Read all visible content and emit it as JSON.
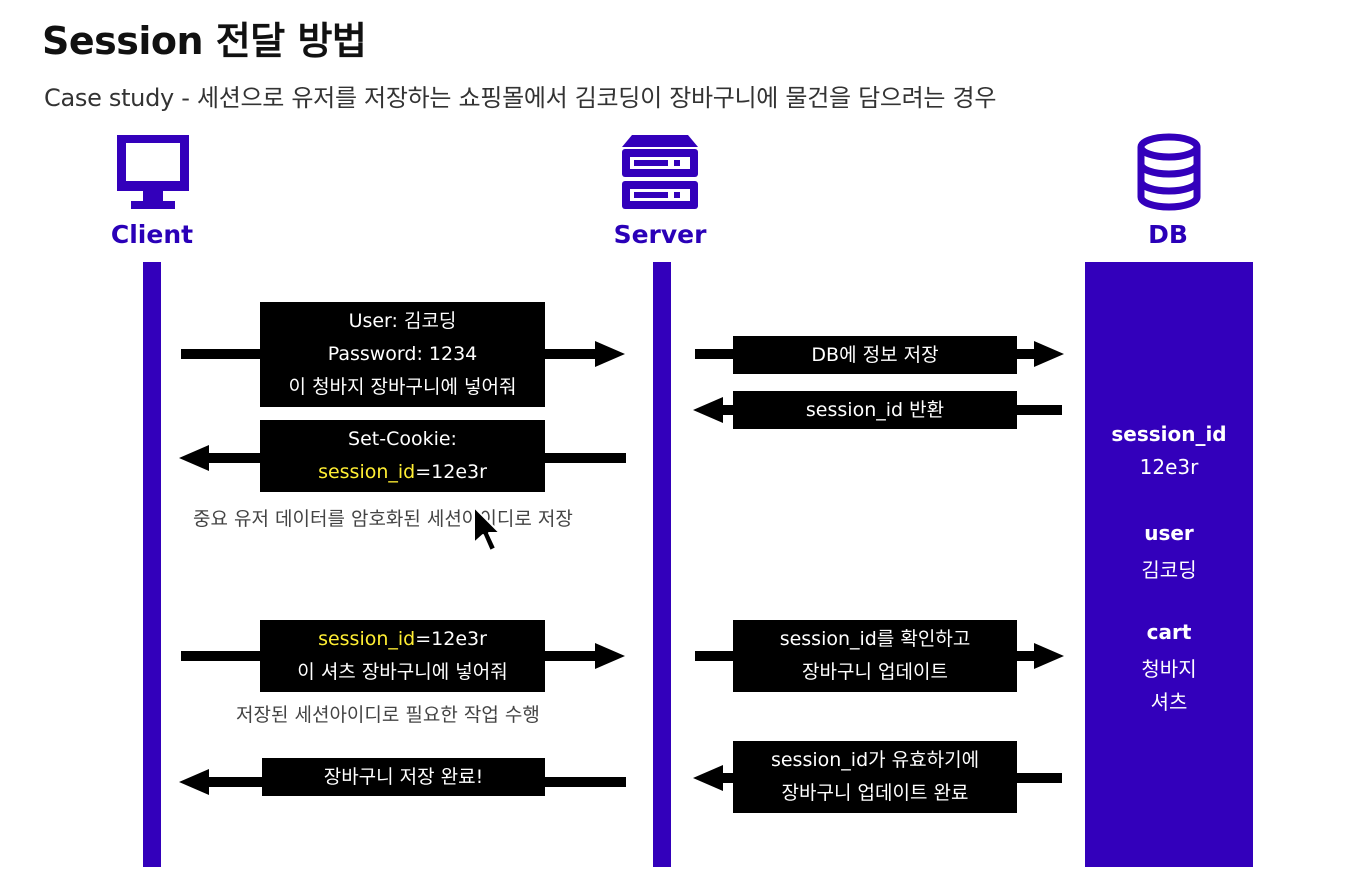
{
  "title": "Session 전달 방법",
  "subtitle": "Case study - 세션으로 유저를 저장하는 쇼핑몰에서 김코딩이 장바구니에 물건을 담으려는 경우",
  "actors": {
    "client": "Client",
    "server": "Server",
    "db": "DB"
  },
  "icons": {
    "client": "monitor-icon",
    "server": "server-rack-icon",
    "db": "database-icon"
  },
  "colors": {
    "lifeline": "#3300bb",
    "label": "#2a00b8",
    "highlight": "#ffee33",
    "message_bg": "#000000"
  },
  "messages": {
    "login": {
      "line1": "User: 김코딩",
      "line2": "Password: 1234",
      "line3": "이 청바지 장바구니에 넣어줘"
    },
    "db_save": "DB에 정보 저장",
    "session_return": "session_id 반환",
    "set_cookie": {
      "line1": "Set-Cookie:",
      "key": "session_id",
      "value": "=12e3r"
    },
    "set_cookie_note": "중요 유저 데이터를 암호화된 세션아이디로 저장",
    "request2": {
      "key": "session_id",
      "value": "=12e3r",
      "line2": "이 셔츠 장바구니에 넣어줘"
    },
    "request2_note": "저장된 세션아이디로 필요한 작업 수행",
    "verify": {
      "line1": "session_id를 확인하고",
      "line2": "장바구니 업데이트"
    },
    "valid": {
      "line1": "session_id가 유효하기에",
      "line2": "장바구니 업데이트 완료"
    },
    "done": "장바구니 저장 완료!"
  },
  "db_store": {
    "session_key": "session_id",
    "session_value": "12e3r",
    "user_key": "user",
    "user_value": "김코딩",
    "cart_key": "cart",
    "cart_item1": "청바지",
    "cart_item2": "셔츠"
  }
}
